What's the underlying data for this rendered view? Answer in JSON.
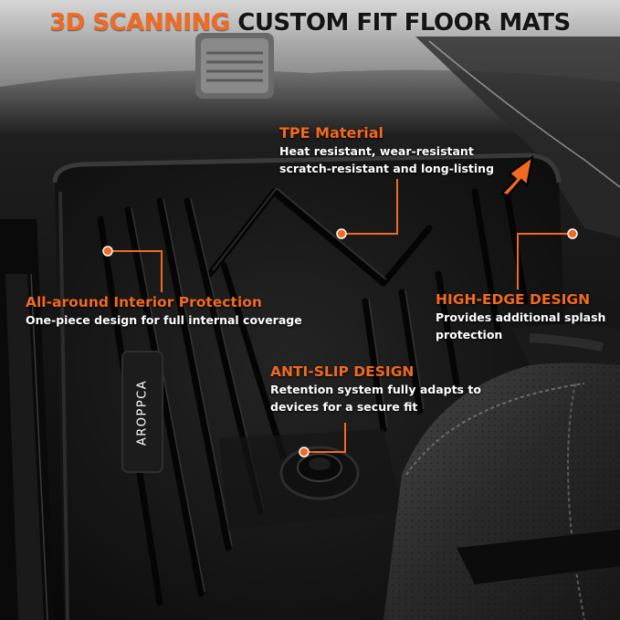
{
  "title": {
    "accent": "3D SCANNING",
    "rest": "CUSTOM FIT FLOOR MATS"
  },
  "colors": {
    "accent": "#f26a21",
    "text": "#ffffff",
    "mat": "#141414",
    "dark_title": "#141414"
  },
  "features": [
    {
      "heading": "TPE Material",
      "lines": [
        "Heat resistant, wear-resistant",
        "scratch-resistant and long-listing"
      ]
    },
    {
      "heading": "All-around Interior Protection",
      "lines": [
        "One-piece design for full internal coverage"
      ]
    },
    {
      "heading": "HIGH-EDGE DESIGN",
      "lines": [
        "Provides additional splash",
        "protection"
      ]
    },
    {
      "heading": "ANTI-SLIP DESIGN",
      "lines": [
        "Retention system fully adapts to",
        "devices for a secure fit"
      ]
    }
  ],
  "brand": {
    "logo_text": "AROPPCA"
  },
  "icons": [
    "callout-dot-icon",
    "arrow-up-right-icon"
  ]
}
